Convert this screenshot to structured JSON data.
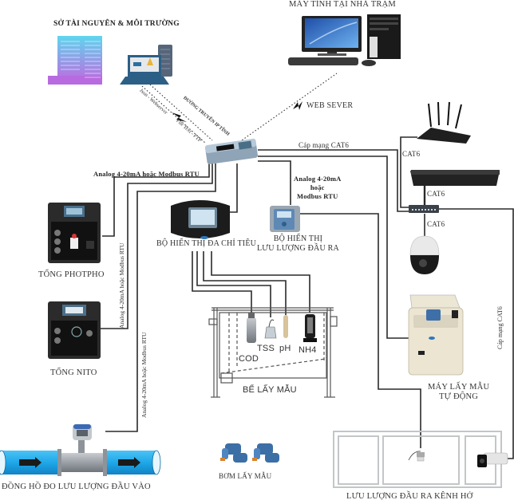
{
  "title": "Sơ đồ hệ thống quan trắc nước thải tự động",
  "nodes": {
    "department": {
      "label": "SỞ TÀI NGUYÊN & MÔI TRƯỜNG",
      "icon": "office-building-icon"
    },
    "department_server": {
      "icon": "laptop-server-icon"
    },
    "station_pc": {
      "label": "MÁY TÍNH TẠI NHÀ TRẠM",
      "icon": "desktop-computer-icon"
    },
    "web_server": {
      "label": "WEB SEVER"
    },
    "datalogger": {
      "icon": "datalogger-icon"
    },
    "router": {
      "icon": "wifi-router-icon"
    },
    "nvr": {
      "icon": "nvr-recorder-icon"
    },
    "switch": {
      "icon": "network-switch-icon"
    },
    "ptz_camera": {
      "icon": "ptz-camera-icon"
    },
    "total_phosphorus": {
      "label": "TỔNG PHOTPHO",
      "icon": "analyzer-icon"
    },
    "total_nitrogen": {
      "label": "TỔNG NITO",
      "icon": "analyzer-icon"
    },
    "multi_display": {
      "label": "BỘ HIỂN THỊ ĐA CHỈ TIÊU",
      "icon": "controller-display-icon"
    },
    "outflow_display": {
      "label_line1": "BỘ HIỂN THỊ",
      "label_line2": "LƯU LƯỢNG ĐẦU RA",
      "icon": "flow-display-icon"
    },
    "sampling_tank": {
      "label": "BỂ LẤY MẪU"
    },
    "sensors": [
      {
        "label": "COD"
      },
      {
        "label": "TSS"
      },
      {
        "label": "pH"
      },
      {
        "label": "NH4"
      }
    ],
    "autosampler": {
      "label_line1": "MÁY LẤY MẪU",
      "label_line2": "TỰ ĐỘNG",
      "icon": "autosampler-icon"
    },
    "inflow_meter": {
      "label": "ĐỒNG HỒ ĐO LƯU LƯỢNG ĐẦU VÀO",
      "icon": "flow-meter-icon"
    },
    "sampling_pump": {
      "label": "BƠM LẤY MẪU",
      "icon": "pump-icon"
    },
    "open_channel": {
      "label": "LƯU LƯỢNG ĐẦU RA KÊNH HỞ",
      "icon": "bullet-camera-icon"
    }
  },
  "links": {
    "transmission_title": "ĐƯỜNG TRUYỀN IP TĨNH",
    "json_webserver": "Json - Webserver",
    "file_ftp": "File Text - FTP",
    "cat6_cable": "Cáp mạng CAT6",
    "cat6_router": "CAT6",
    "cat6_nvr": "CAT6",
    "cat6_camera": "CAT6",
    "cat6_vertical": "Cáp mạng CAT6",
    "analog_modbus": "Analog 4-20mA hoặc Modbus RTU",
    "analog_modbus_flow_l1": "Analog 4-20mA",
    "analog_modbus_flow_l2": "hoặc",
    "analog_modbus_flow_l3": "Modbus RTU",
    "analog_vertical_1": "Analog 4-20mA hoặc Modbus RTU",
    "analog_vertical_2": "Analog 4-20mA hoặc Modbus RTU"
  },
  "colors": {
    "pipe_blue": "#1ea7e8",
    "building_cyan": "#5fd6ee",
    "building_purple": "#b56ce0",
    "line_dark": "#2a2a2a",
    "laptop_blue": "#2c5f86"
  }
}
